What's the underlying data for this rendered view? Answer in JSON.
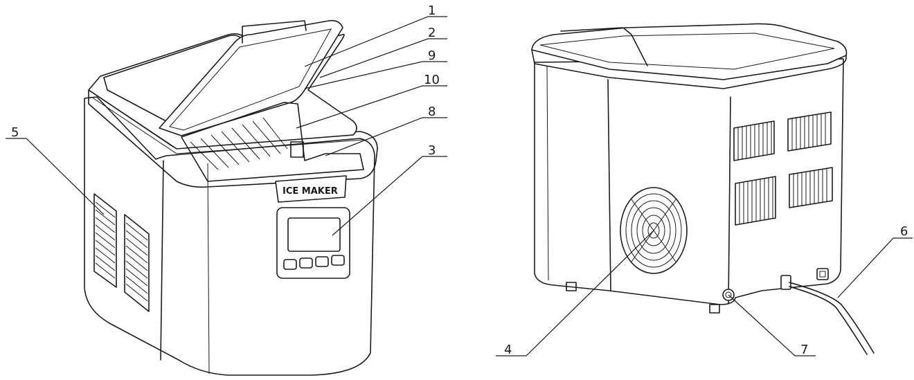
{
  "front_view": {
    "brand_text": "ICE MAKER",
    "callouts": {
      "c1": "1",
      "c2": "2",
      "c9": "9",
      "c10": "10",
      "c8": "8",
      "c3": "3",
      "c5": "5"
    }
  },
  "rear_view": {
    "callouts": {
      "c6": "6",
      "c4": "4",
      "c7": "7"
    }
  }
}
